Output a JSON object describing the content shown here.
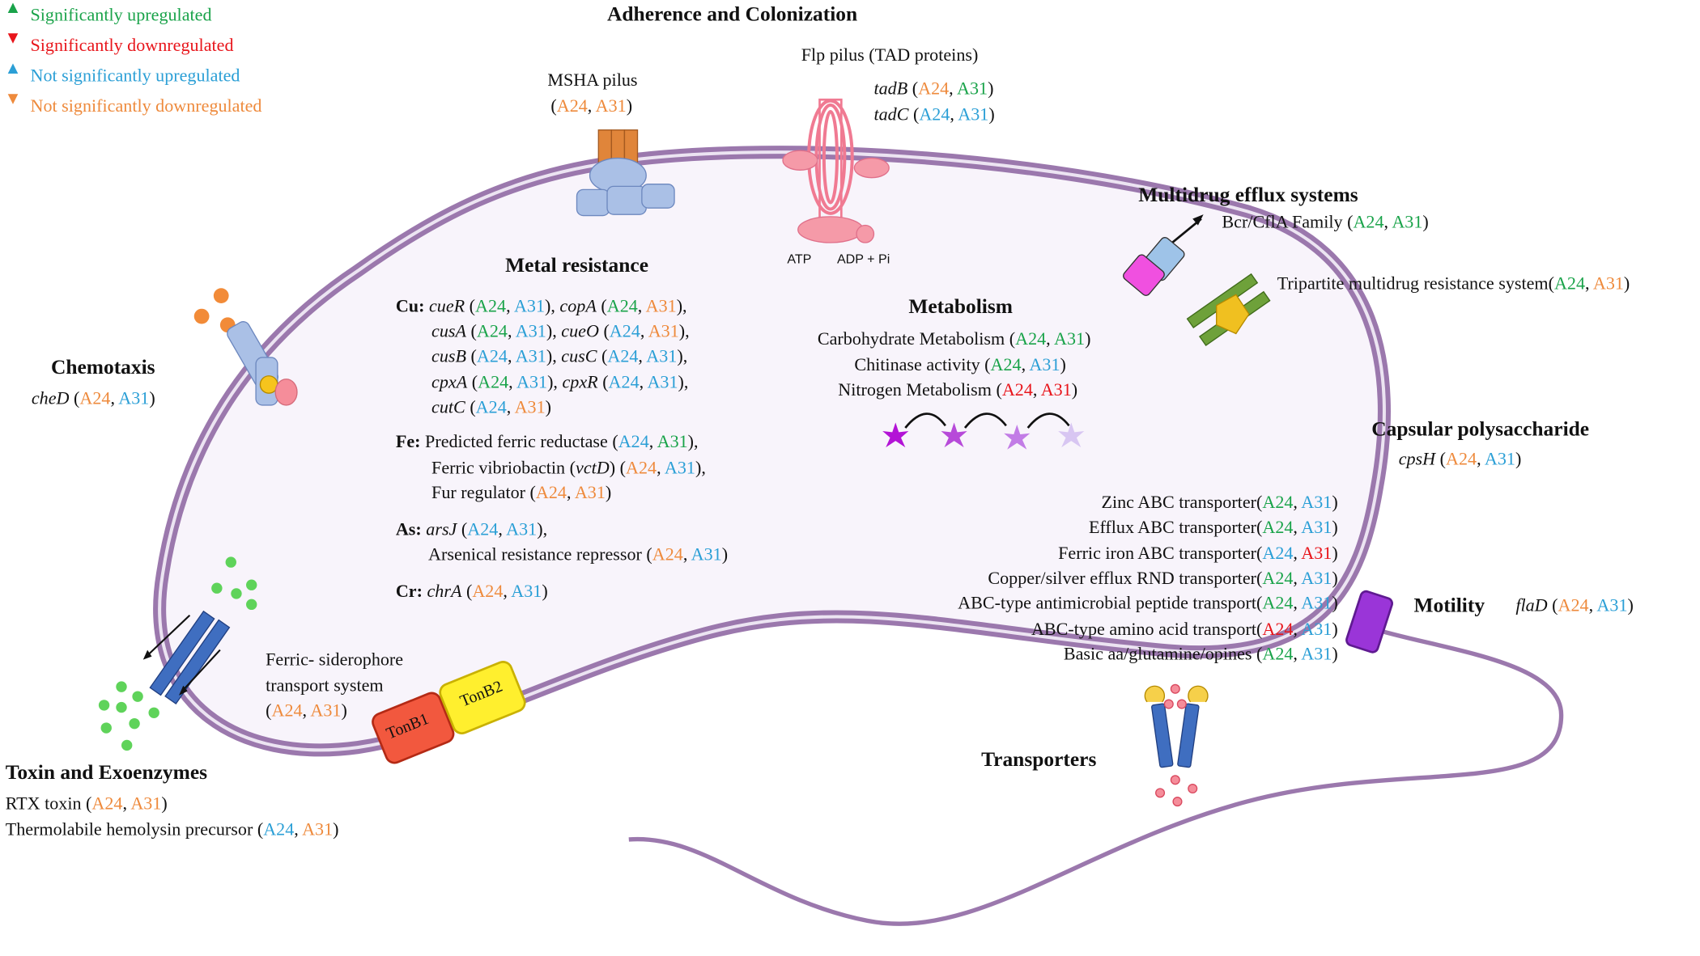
{
  "colors": {
    "sig_up": "#1aa34a",
    "sig_down": "#e8151b",
    "nonsig_up": "#2b9fd6",
    "nonsig_down": "#ee8a3c",
    "membrane": "#9b78ad",
    "cytoplasm": "#f8f4fb"
  },
  "legend": [
    {
      "marker": "triangle-up-icon",
      "label": "Significantly upregulated",
      "color": "#1aa34a"
    },
    {
      "marker": "triangle-down-icon",
      "label": "Significantly downregulated",
      "color": "#e8151b"
    },
    {
      "marker": "triangle-up-icon",
      "label": "Not significantly upregulated",
      "color": "#2b9fd6"
    },
    {
      "marker": "triangle-down-icon",
      "label": "Not significantly downregulated",
      "color": "#ee8a3c"
    }
  ],
  "adherence": {
    "title": "Adherence and Colonization",
    "msha_label": "MSHA pilus",
    "flp_label": "Flp pilus (TAD proteins)",
    "tadB": "tadB",
    "tadC": "tadC",
    "atp": "ATP",
    "adp": "ADP + Pi"
  },
  "strains": {
    "a24": "A24",
    "a31": "A31"
  },
  "metal": {
    "title": "Metal resistance",
    "cu_label": "Cu:",
    "cu_genes": [
      "cueR",
      "copA",
      "cusA",
      "cueO",
      "cusB",
      "cusC",
      "cpxA",
      "cpxR",
      "cutC"
    ],
    "fe_label": "Fe:",
    "fe_items": [
      "Predicted ferric reductase",
      "Ferric  vibriobactin",
      "vctD",
      "Fur regulator"
    ],
    "as_label": "As:",
    "as_items": [
      "arsJ",
      "Arsenical resistance repressor"
    ],
    "cr_label": "Cr:",
    "cr_gene": "chrA"
  },
  "metabolism": {
    "title": "Metabolism",
    "items": [
      "Carbohydrate Metabolism",
      "Chitinase activity",
      "Nitrogen Metabolism"
    ]
  },
  "multidrug": {
    "title": "Multidrug efflux systems",
    "bcr": "Bcr/CflA  Family",
    "tripartite": "Tripartite  multidrug  resistance system"
  },
  "capsular": {
    "title": "Capsular polysaccharide",
    "gene": "cpsH"
  },
  "transporters_list": [
    "Zinc  ABC  transporter",
    "Efflux   ABC  transporter",
    "Ferric  iron  ABC  transporter",
    "Copper/silver  efflux  RND  transporter",
    "ABC-type  antimicrobial   peptide transport",
    "ABC-type  amino  acid transport",
    "Basic aa/glutamine/opines"
  ],
  "transporters_title": "Transporters",
  "motility": {
    "title": "Motility",
    "gene": "flaD"
  },
  "chemotaxis": {
    "title": "Chemotaxis",
    "gene": "cheD"
  },
  "siderophore": {
    "line1": "Ferric-  siderophore",
    "line2": "transport system",
    "tonb1": "TonB1",
    "tonb2": "TonB2"
  },
  "toxin": {
    "title": "Toxin and Exoenzymes",
    "rtx": "RTX toxin",
    "hemolysin": "Thermolabile  hemolysin precursor"
  }
}
